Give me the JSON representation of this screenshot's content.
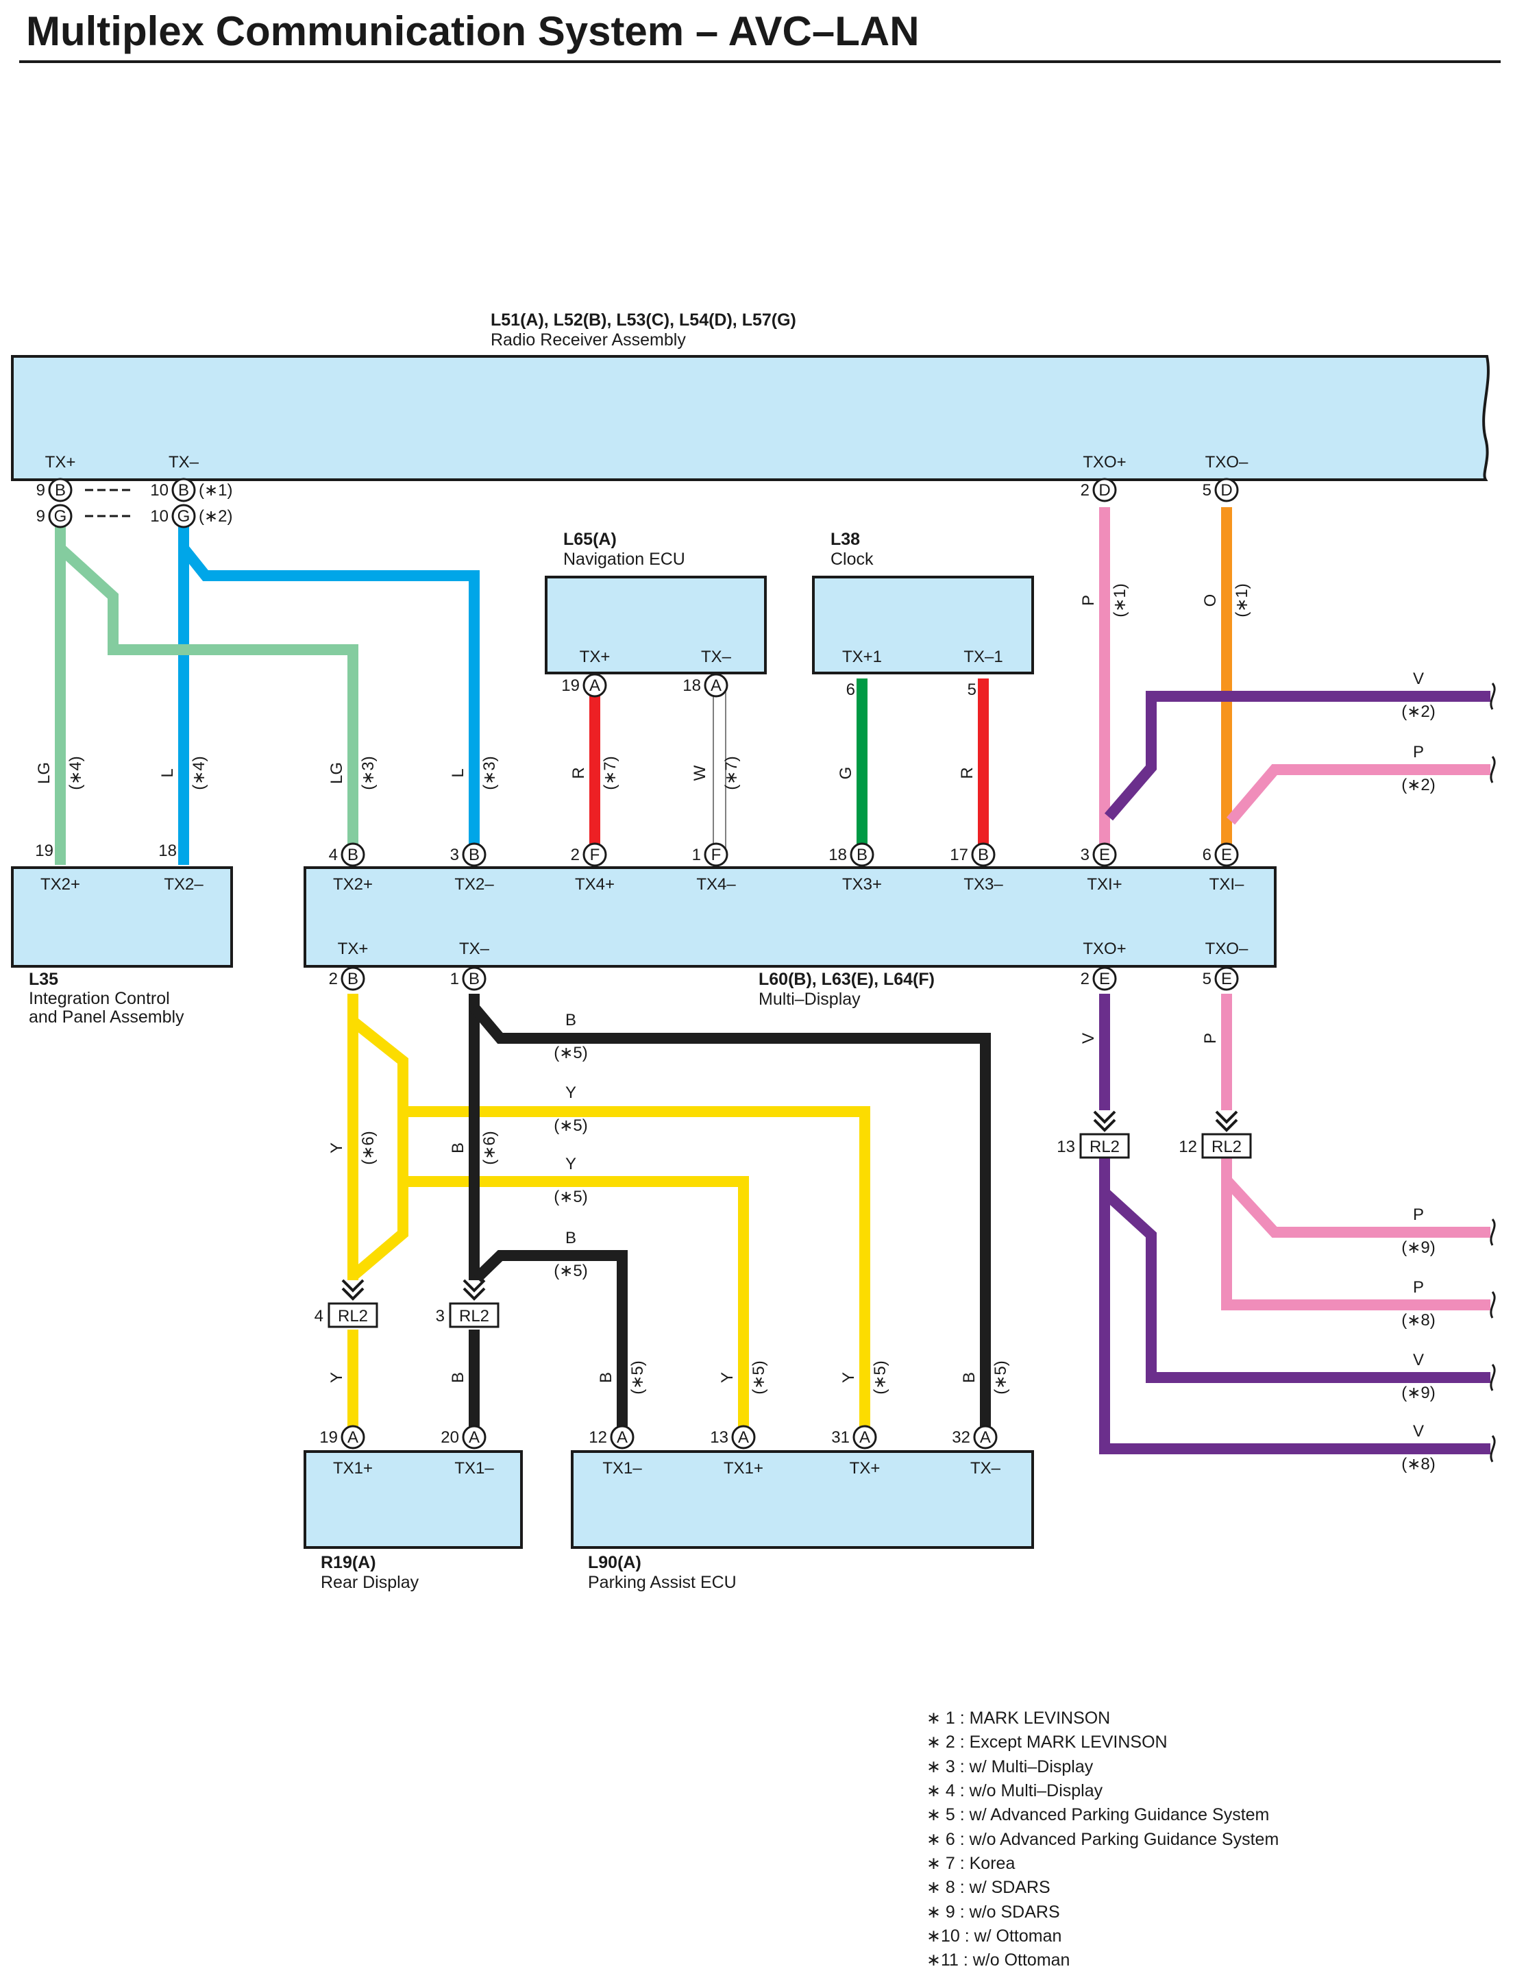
{
  "title": "Multiplex Communication System – AVC–LAN",
  "colors": {
    "box_fill": "#c5e8f8",
    "LG": "#84cc9f",
    "L": "#00a6e8",
    "P": "#f08dba",
    "O": "#f7941d",
    "V": "#6b2f8c",
    "R": "#ed2024",
    "W": "#ffffff",
    "G": "#009a44",
    "Y": "#fcdc00",
    "B": "#1e1e1e"
  },
  "components": {
    "radio": {
      "code": "L51(A), L52(B), L53(C), L54(D), L57(G)",
      "name": "Radio Receiver Assembly",
      "terms": {
        "tx_plus": "TX+",
        "tx_minus": "TX–",
        "txo_plus": "TXO+",
        "txo_minus": "TXO–"
      }
    },
    "nav": {
      "code": "L65(A)",
      "name": "Navigation ECU",
      "terms": {
        "tx_plus": "TX+",
        "tx_minus": "TX–"
      }
    },
    "clock": {
      "code": "L38",
      "name": "Clock",
      "terms": {
        "tx_plus": "TX+1",
        "tx_minus": "TX–1"
      }
    },
    "icp": {
      "code": "L35",
      "name_line1": "Integration Control",
      "name_line2": "and Panel Assembly",
      "terms": {
        "tx2_plus": "TX2+",
        "tx2_minus": "TX2–"
      }
    },
    "md": {
      "code": "L60(B), L63(E), L64(F)",
      "name": "Multi–Display",
      "top_terms": {
        "tx2_plus": "TX2+",
        "tx2_minus": "TX2–",
        "tx4_plus": "TX4+",
        "tx4_minus": "TX4–",
        "tx3_plus": "TX3+",
        "tx3_minus": "TX3–",
        "txi_plus": "TXI+",
        "txi_minus": "TXI–"
      },
      "bottom_terms": {
        "tx_plus": "TX+",
        "tx_minus": "TX–",
        "txo_plus": "TXO+",
        "txo_minus": "TXO–"
      }
    },
    "rear": {
      "code": "R19(A)",
      "name": "Rear Display",
      "terms": {
        "tx1_plus": "TX1+",
        "tx1_minus": "TX1–"
      }
    },
    "pa": {
      "code": "L90(A)",
      "name": "Parking Assist ECU",
      "terms": {
        "tx1_minus": "TX1–",
        "tx1_plus": "TX1+",
        "tx_plus": "TX+",
        "tx_minus": "TX–"
      }
    }
  },
  "connectors": {
    "r1": {
      "num": "9",
      "letter": "B"
    },
    "r2": {
      "num": "10",
      "letter": "B"
    },
    "r2note": "(∗1)",
    "r3": {
      "num": "9",
      "letter": "G"
    },
    "r4": {
      "num": "10",
      "letter": "G"
    },
    "r4note": "(∗2)",
    "r5": {
      "num": "2",
      "letter": "D"
    },
    "r6": {
      "num": "5",
      "letter": "D"
    },
    "n1": {
      "num": "19",
      "letter": "A"
    },
    "n2": {
      "num": "18",
      "letter": "A"
    },
    "c1": {
      "num": "6"
    },
    "c2": {
      "num": "5"
    },
    "i1": {
      "num": "19"
    },
    "i2": {
      "num": "18"
    },
    "m1": {
      "num": "4",
      "letter": "B"
    },
    "m2": {
      "num": "3",
      "letter": "B"
    },
    "m3": {
      "num": "2",
      "letter": "F"
    },
    "m4": {
      "num": "1",
      "letter": "F"
    },
    "m5": {
      "num": "18",
      "letter": "B"
    },
    "m6": {
      "num": "17",
      "letter": "B"
    },
    "m7": {
      "num": "3",
      "letter": "E"
    },
    "m8": {
      "num": "6",
      "letter": "E"
    },
    "mb1": {
      "num": "2",
      "letter": "B"
    },
    "mb2": {
      "num": "1",
      "letter": "B"
    },
    "mb3": {
      "num": "2",
      "letter": "E"
    },
    "mb4": {
      "num": "5",
      "letter": "E"
    },
    "rd1": {
      "num": "19",
      "letter": "A"
    },
    "rd2": {
      "num": "20",
      "letter": "A"
    },
    "pa1": {
      "num": "12",
      "letter": "A"
    },
    "pa2": {
      "num": "13",
      "letter": "A"
    },
    "pa3": {
      "num": "31",
      "letter": "A"
    },
    "pa4": {
      "num": "32",
      "letter": "A"
    }
  },
  "junctions": {
    "j1": {
      "num": "4",
      "name": "RL2"
    },
    "j2": {
      "num": "3",
      "name": "RL2"
    },
    "j3": {
      "num": "13",
      "name": "RL2"
    },
    "j4": {
      "num": "12",
      "name": "RL2"
    }
  },
  "wire_labels": {
    "w1": {
      "color": "LG",
      "note": "(∗4)"
    },
    "w2": {
      "color": "L",
      "note": "(∗4)"
    },
    "w3": {
      "color": "LG",
      "note": "(∗3)"
    },
    "w4": {
      "color": "L",
      "note": "(∗3)"
    },
    "w5": {
      "color": "R",
      "note": "(∗7)"
    },
    "w6": {
      "color": "W",
      "note": "(∗7)"
    },
    "w7": {
      "color": "G"
    },
    "w8": {
      "color": "R"
    },
    "w9": {
      "color": "P",
      "note": "(∗1)"
    },
    "w10": {
      "color": "O",
      "note": "(∗1)"
    },
    "w11": {
      "color": "V",
      "note": "(∗2)"
    },
    "w12": {
      "color": "P",
      "note": "(∗2)"
    },
    "w13": {
      "color": "Y",
      "note": "(∗6)"
    },
    "w14": {
      "color": "B",
      "note": "(∗6)"
    },
    "w15": {
      "color": "B",
      "note": "(∗5)"
    },
    "w16": {
      "color": "Y",
      "note": "(∗5)"
    },
    "w17": {
      "color": "Y",
      "note": "(∗5)"
    },
    "w18": {
      "color": "B",
      "note": "(∗5)"
    },
    "w19": {
      "color": "Y"
    },
    "w20": {
      "color": "B"
    },
    "w21": {
      "color": "B",
      "note": "(∗5)"
    },
    "w22": {
      "color": "Y",
      "note": "(∗5)"
    },
    "w23": {
      "color": "Y",
      "note": "(∗5)"
    },
    "w24": {
      "color": "B",
      "note": "(∗5)"
    },
    "w25": {
      "color": "V"
    },
    "w26": {
      "color": "P"
    },
    "w27": {
      "color": "P",
      "note": "(∗9)"
    },
    "w28": {
      "color": "P",
      "note": "(∗8)"
    },
    "w29": {
      "color": "V",
      "note": "(∗9)"
    },
    "w30": {
      "color": "V",
      "note": "(∗8)"
    }
  },
  "legend": [
    "∗ 1 : MARK LEVINSON",
    "∗ 2 : Except MARK LEVINSON",
    "∗ 3 : w/ Multi–Display",
    "∗ 4 : w/o Multi–Display",
    "∗ 5 : w/ Advanced Parking Guidance System",
    "∗ 6 : w/o Advanced Parking Guidance System",
    "∗ 7 : Korea",
    "∗ 8 : w/ SDARS",
    "∗ 9 : w/o SDARS",
    "∗10 : w/ Ottoman",
    "∗11 : w/o Ottoman"
  ]
}
